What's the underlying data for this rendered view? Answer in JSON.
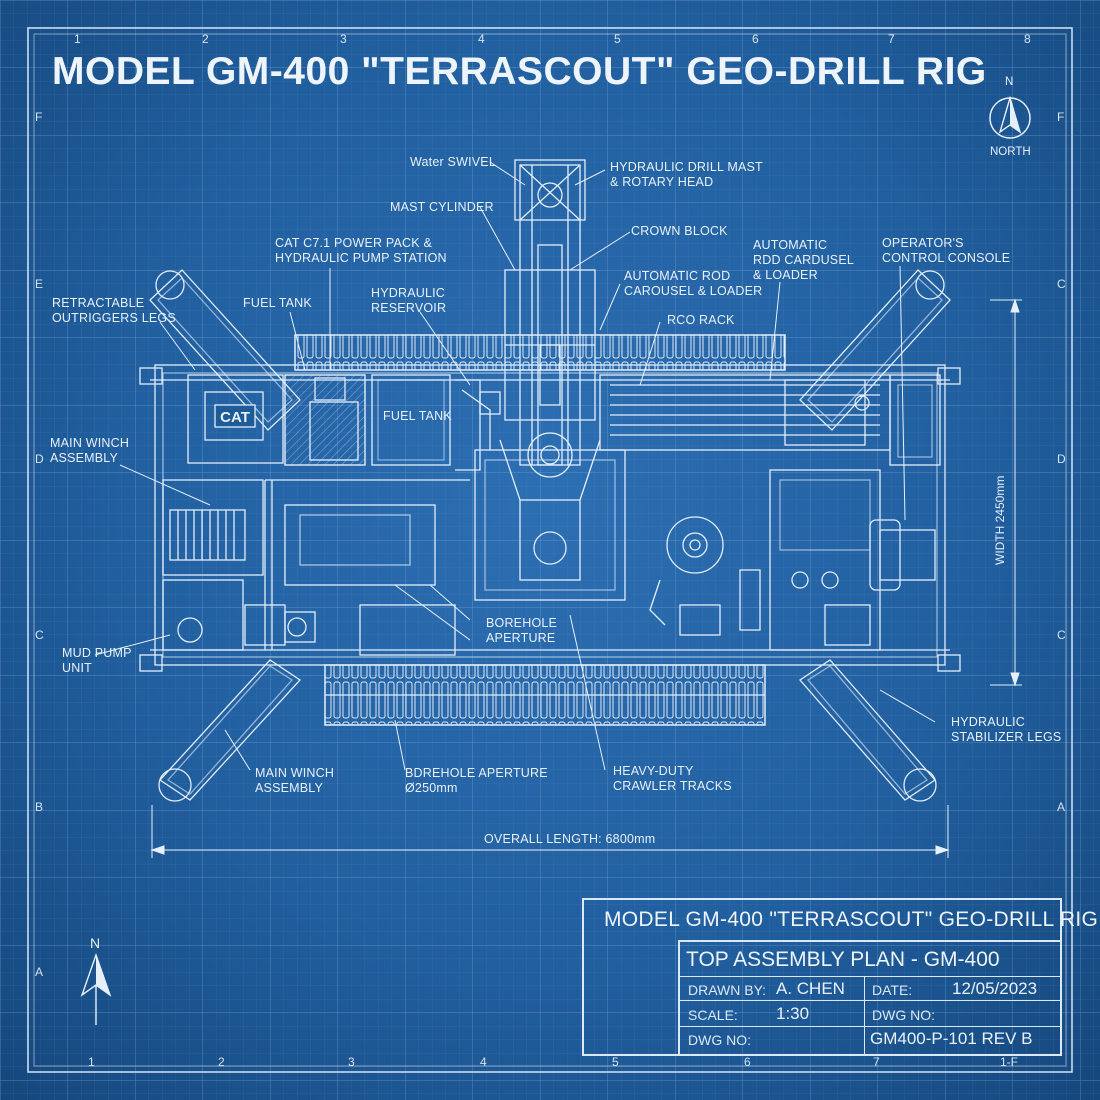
{
  "title": "MODEL GM-400 \"TERRASCOUT\" GEO-DRILL RIG",
  "north_label": "NORTH",
  "north_letter": "N",
  "grid_refs": {
    "top_numbers": [
      "1",
      "2",
      "3",
      "4",
      "5",
      "6",
      "7",
      "8"
    ],
    "bottom_numbers": [
      "1",
      "2",
      "3",
      "4",
      "5",
      "6",
      "7",
      "1-F"
    ],
    "left_letters": [
      "F",
      "E",
      "D",
      "C",
      "B",
      "A"
    ],
    "right_letters": [
      "F",
      "C",
      "D",
      "C",
      "A"
    ]
  },
  "callouts": {
    "water_swivel": "Water SWIVEL",
    "hydraulic_mast": "HYDRAULIC DRILL MAST\n& ROTARY HEAD",
    "mast_cylinder": "MAST CYLINDER",
    "crown_block": "CROWN BLOCK",
    "power_pack": "CAT C7.1 POWER PACK &\nHYDRAULIC PUMP STATION",
    "auto_rod_carousel_right": "AUTOMATIC\nRDD CARDUSEL\n& LOADER",
    "operator_console": "OPERATOR'S\nCONTROL CONSOLE",
    "auto_rod_carousel_center": "AUTOMATIC ROD\nCAROUSEL & LOADER",
    "outriggers": "RETRACTABLE\nOUTRIGGERS LEGS",
    "fuel_tank": "FUEL TANK",
    "hydraulic_reservoir": "HYDRAULIC\nRESERVOIR",
    "rod_rack": "RCO RACK",
    "fuel_tank_inner": "FUEL TANK",
    "main_winch_top": "MAIN WINCH\nASSEMBLY",
    "borehole_aperture": "BOREHOLE\nAPERTURE",
    "mud_pump": "MUD PUMP\nUNIT",
    "stabilizer_legs": "HYDRAULIC\nSTABILIZER LEGS",
    "main_winch_bottom": "MAIN WINCH\nASSEMBLY",
    "borehole_diameter": "BDREHOLE APERTURE\nØ250mm",
    "crawler_tracks": "HEAVY-DUTY\nCRAWLER TRACKS",
    "cat_logo": "CAT"
  },
  "dimensions": {
    "overall_length": "OVERALL LENGTH: 6800mm",
    "width": "WIDTH 2450mm"
  },
  "title_block": {
    "model": "MODEL GM-400 \"TERRASCOUT\" GEO-DRILL RIG",
    "plan": "TOP ASSEMBLY PLAN  -  GM-400",
    "drawn_by_label": "DRAWN BY:",
    "drawn_by": "A. CHEN",
    "date_label": "DATE:",
    "date": "12/05/2023",
    "scale_label": "SCALE:",
    "scale": "1:30",
    "dwg_no_label": "DWG NO:",
    "dwg_no_label_2": "DWG NO:",
    "dwg_no": "GM400-P-101 REV B"
  },
  "colors": {
    "paper": "#1f5d9c",
    "line": "#e6f0fa",
    "grid": "#5b8fc6"
  }
}
